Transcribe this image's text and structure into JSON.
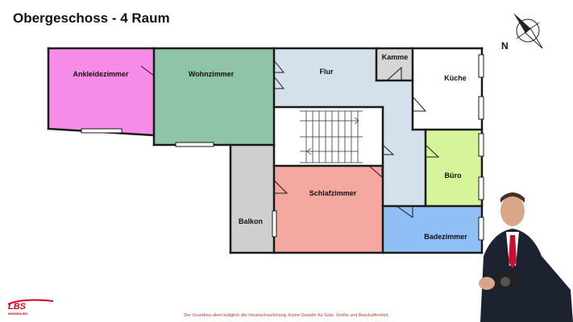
{
  "title": "Obergeschoss - 4 Raum",
  "north_label": "N",
  "rooms": {
    "ankleidezimmer": "Ankleidezimmer",
    "wohnzimmer": "Wohnzimmer",
    "flur": "Flur",
    "kammer": "Kamme",
    "kueche": "Küche",
    "buero": "Büro",
    "schlafzimmer": "Schlafzimmer",
    "balkon": "Balkon",
    "badezimmer": "Badezimmer"
  },
  "colors": {
    "ankleidezimmer": "#f78ce8",
    "wohnzimmer": "#8fc4a8",
    "flur": "#d4e0eb",
    "kammer": "#d6d6d6",
    "kueche": "#ffffff",
    "buero": "#d6f59a",
    "schlafzimmer": "#f4a8a0",
    "balkon": "#cfcfcf",
    "badezimmer": "#8fbff5",
    "wall": "#1a1a1a"
  },
  "logo": {
    "brand": "LBS",
    "sub": "IMMOBILIEN"
  },
  "disclaimer": "Der Grundriss dient lediglich der Veranschaulichung. Keine Gewähr für Güte, Größe und Beschaffenheit."
}
